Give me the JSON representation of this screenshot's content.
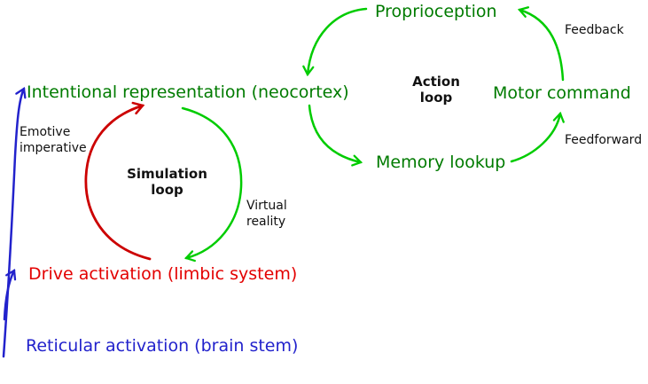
{
  "colors": {
    "node_green": "#007b00",
    "node_red": "#e30000",
    "node_blue": "#2222cc",
    "annotation_black": "#111111",
    "arrow_green": "#00cc00",
    "arrow_red": "#cc0000",
    "arrow_blue": "#2222cc",
    "background": "#ffffff"
  },
  "nodes": {
    "proprioception": {
      "label": "Proprioception"
    },
    "intentional": {
      "label": "Intentional representation (neocortex)"
    },
    "motor_command": {
      "label": "Motor command"
    },
    "memory_lookup": {
      "label": "Memory lookup"
    },
    "drive_activation": {
      "label": "Drive activation (limbic system)"
    },
    "reticular_activation": {
      "label": "Reticular activation (brain stem)"
    }
  },
  "loops": {
    "action": {
      "line1": "Action",
      "line2": "loop"
    },
    "simulation": {
      "line1": "Simulation",
      "line2": "loop"
    }
  },
  "annotations": {
    "feedback": "Feedback",
    "feedforward": "Feedforward",
    "emotive_line1": "Emotive",
    "emotive_line2": "imperative",
    "virtual_line1": "Virtual",
    "virtual_line2": "reality"
  },
  "arrows": [
    {
      "from": "Proprioception",
      "to": "Intentional representation (neocortex)",
      "loop": "Action loop",
      "color": "green"
    },
    {
      "from": "Intentional representation (neocortex)",
      "to": "Memory lookup",
      "loop": "Action loop",
      "color": "green"
    },
    {
      "from": "Memory lookup",
      "to": "Motor command",
      "label": "Feedforward",
      "loop": "Action loop",
      "color": "green"
    },
    {
      "from": "Motor command",
      "to": "Proprioception",
      "label": "Feedback",
      "loop": "Action loop",
      "color": "green"
    },
    {
      "from": "Intentional representation (neocortex)",
      "to": "Drive activation (limbic system)",
      "label": "Virtual reality",
      "loop": "Simulation loop",
      "color": "green"
    },
    {
      "from": "Drive activation (limbic system)",
      "to": "Intentional representation (neocortex)",
      "label": "Emotive imperative",
      "loop": "Simulation loop",
      "color": "red"
    },
    {
      "from": "Reticular activation (brain stem)",
      "to": "Intentional representation (neocortex)",
      "color": "blue"
    },
    {
      "from": "Reticular activation (brain stem)",
      "to": "Drive activation (limbic system)",
      "color": "blue"
    }
  ]
}
